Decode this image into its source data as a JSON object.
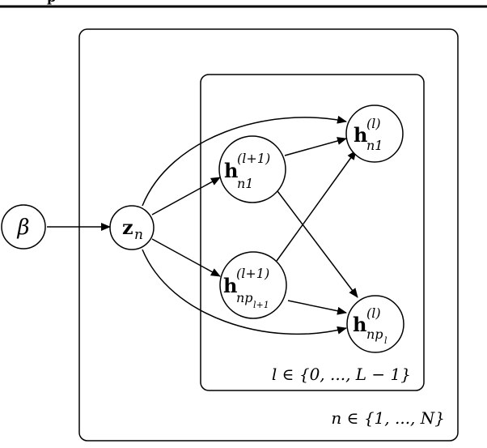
{
  "top_fragment": "p",
  "nodes": {
    "beta": "β",
    "z": {
      "bold": "z",
      "sub": "n"
    },
    "h_upper_top": {
      "bold": "h",
      "sup": "(l+1)",
      "sub": "n1"
    },
    "h_upper_bottom": {
      "bold": "h",
      "sup": "(l+1)",
      "sub_main": "np",
      "sub_small": "l+1"
    },
    "h_lower_top": {
      "bold": "h",
      "sup": "(l)",
      "sub": "n1"
    },
    "h_lower_bottom": {
      "bold": "h",
      "sup": "(l)",
      "sub_main": "np",
      "sub_small": "l"
    }
  },
  "plates": {
    "outer": "n ∈ {1, ..., N}",
    "inner": "l ∈ {0, ..., L − 1}"
  }
}
